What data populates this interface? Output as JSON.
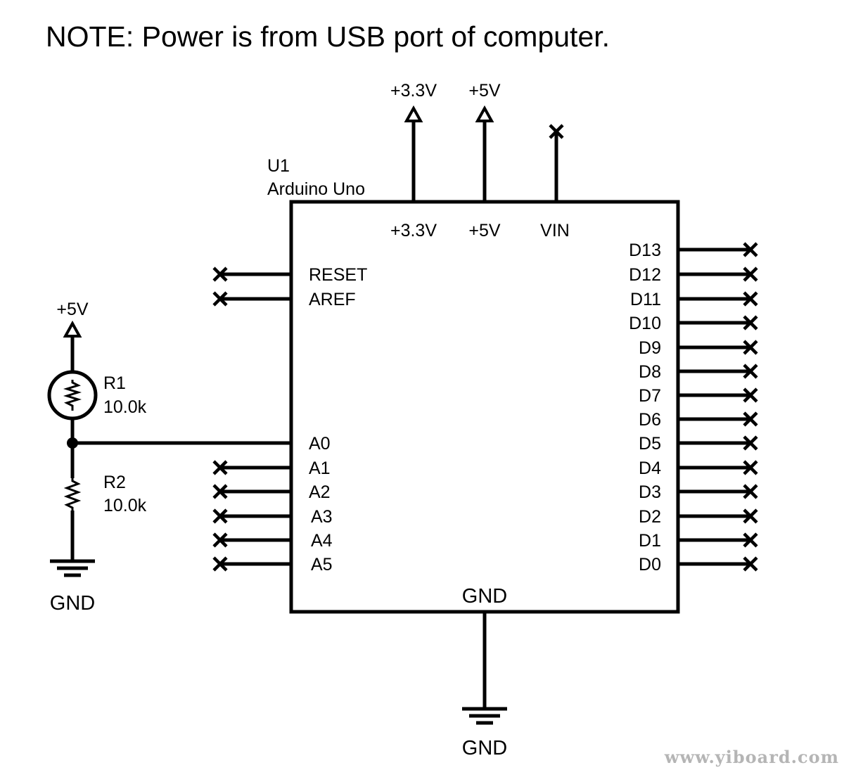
{
  "note": "NOTE: Power is from USB port of computer.",
  "watermark": "www.yiboard.com",
  "u1": {
    "ref": "U1",
    "name": "Arduino Uno",
    "top_pins": [
      "+3.3V",
      "+5V",
      "VIN"
    ],
    "left_pins": [
      "RESET",
      "AREF",
      "A0",
      "A1",
      "A2",
      "A3",
      "A4",
      "A5"
    ],
    "right_pins": [
      "D13",
      "D12",
      "D11",
      "D10",
      "D9",
      "D8",
      "D7",
      "D6",
      "D5",
      "D4",
      "D3",
      "D2",
      "D1",
      "D0"
    ],
    "bottom_pin": "GND"
  },
  "power_rails": {
    "v33": "+3.3V",
    "v5": "+5V",
    "left_v5": "+5V"
  },
  "r1": {
    "ref": "R1",
    "value": "10.0k"
  },
  "r2": {
    "ref": "R2",
    "value": "10.0k"
  },
  "ground_labels": {
    "left": "GND",
    "bottom": "GND"
  }
}
